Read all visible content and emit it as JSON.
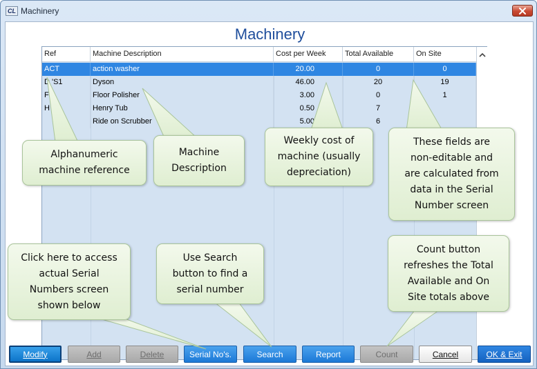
{
  "window": {
    "title": "Machinery",
    "app_icon_text": "CL"
  },
  "heading": "Machinery",
  "table": {
    "columns": [
      "Ref",
      "Machine Description",
      "Cost per Week",
      "Total Available",
      "On Site"
    ],
    "rows": [
      {
        "ref": "ACT",
        "desc": "action washer",
        "cost": "20.00",
        "total": "0",
        "site": "0"
      },
      {
        "ref": "D 'S1",
        "desc": "Dyson",
        "cost": "46.00",
        "total": "20",
        "site": "19"
      },
      {
        "ref": "F",
        "desc": "Floor Polisher",
        "cost": "3.00",
        "total": "0",
        "site": "1"
      },
      {
        "ref": "H",
        "desc": "Henry Tub",
        "cost": "0.50",
        "total": "7",
        "site": ""
      },
      {
        "ref": "",
        "desc": "Ride on Scrubber",
        "cost": "5.00",
        "total": "6",
        "site": ""
      }
    ]
  },
  "callouts": {
    "ref": [
      "Alphanumeric",
      "machine reference"
    ],
    "desc": [
      "Machine",
      "Description"
    ],
    "cost": [
      "Weekly cost of",
      "machine (usually",
      "depreciation)"
    ],
    "fields": [
      "These fields are",
      "non-editable and",
      "are calculated from",
      "data in the Serial",
      "Number screen"
    ],
    "serial": [
      "Click here to access",
      "actual Serial",
      "Numbers screen",
      "shown below"
    ],
    "search": [
      "Use Search",
      "button to find a",
      "serial number"
    ],
    "count": [
      "Count button",
      "refreshes the Total",
      "Available and On",
      "Site totals above"
    ]
  },
  "buttons": {
    "modify": "Modify",
    "add": "Add",
    "delete": "Delete",
    "serial": "Serial No's.",
    "search": "Search",
    "report": "Report",
    "count": "Count",
    "cancel": "Cancel",
    "ok_exit": "OK & Exit"
  },
  "colors": {
    "accent": "#1f4e9c",
    "selected_row": "#2f86e2",
    "grid_bg": "#d3e2f2",
    "callout_bg": "#e6f2da"
  }
}
